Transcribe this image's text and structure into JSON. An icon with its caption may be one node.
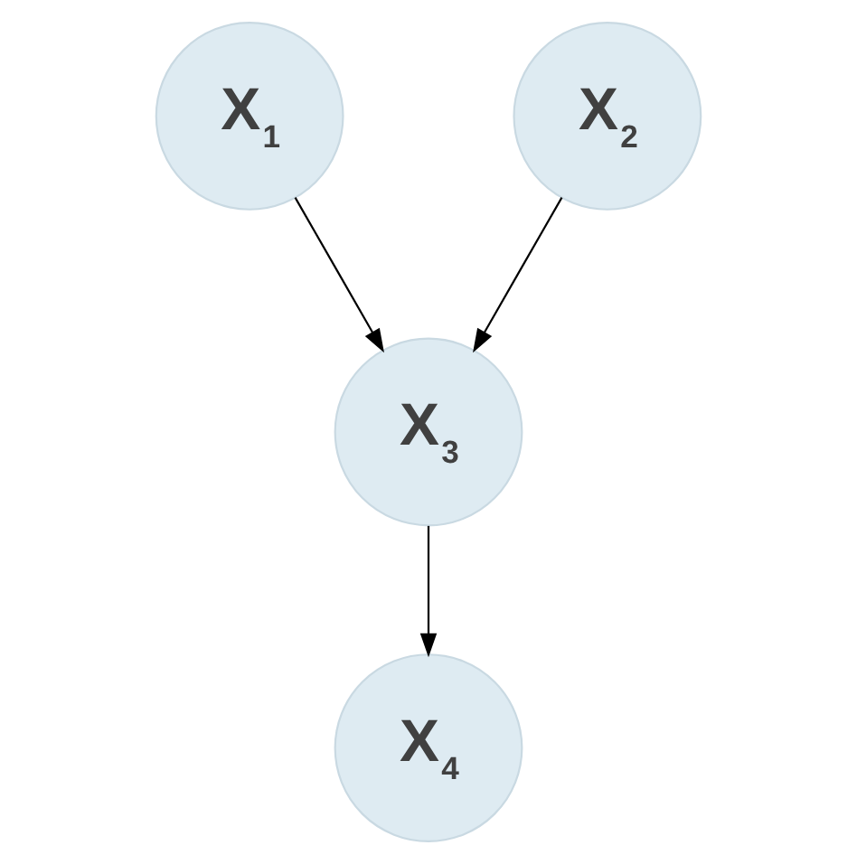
{
  "diagram": {
    "nodes": [
      {
        "text": [
          "X$_{1}$"
        ]
      },
      {
        "text": [
          "X$_{2}$"
        ]
      },
      {
        "text": [
          "X$_{3}$"
        ]
      },
      {
        "text": [
          "X$_{4}$"
        ]
      }
    ],
    "edges": [
      {
        "from": 0,
        "to": 2,
        "arrow": "to"
      },
      {
        "from": 1,
        "to": 2,
        "arrow": "to"
      },
      {
        "from": 2,
        "to": 3,
        "arrow": "to"
      }
    ]
  }
}
